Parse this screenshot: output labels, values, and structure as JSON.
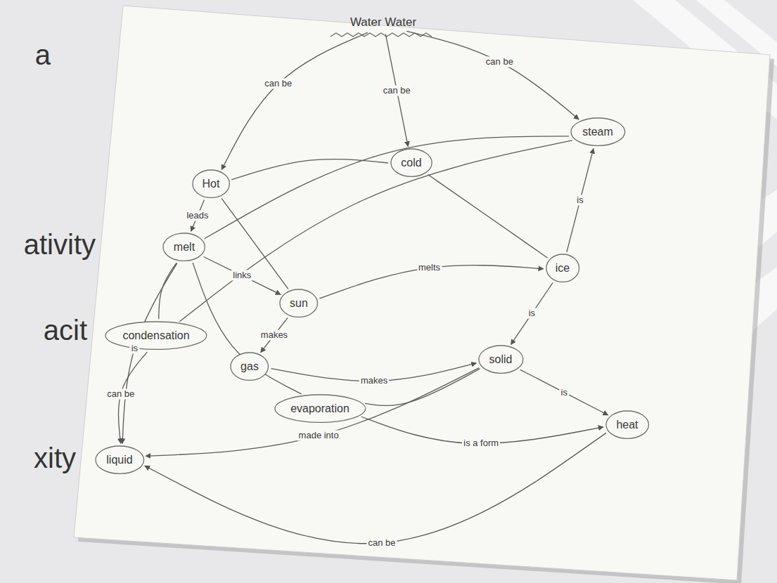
{
  "diagram": {
    "nodes": [
      {
        "text": [
          "Water Water"
        ]
      },
      {
        "text": [
          "Hot"
        ]
      },
      {
        "text": [
          "cold"
        ]
      },
      {
        "text": [
          "steam"
        ]
      },
      {
        "text": [
          "melt"
        ]
      },
      {
        "text": [
          "ice"
        ]
      },
      {
        "text": [
          "condensation"
        ]
      },
      {
        "text": [
          "sun"
        ]
      },
      {
        "text": [
          "gas"
        ]
      },
      {
        "text": [
          "solid"
        ]
      },
      {
        "text": [
          "evaporation"
        ]
      },
      {
        "text": [
          "heat"
        ]
      },
      {
        "text": [
          "liquid"
        ]
      }
    ],
    "edges": [
      {
        "from": 0,
        "to": 1,
        "arrow": "to",
        "label": "can be"
      },
      {
        "from": 0,
        "to": 2,
        "arrow": "to",
        "label": "can be"
      },
      {
        "from": 0,
        "to": 3,
        "arrow": "to",
        "label": "can be"
      },
      {
        "from": 1,
        "to": 4,
        "arrow": "to",
        "label": "leads"
      },
      {
        "from": 1,
        "to": 2,
        "arrow": "none"
      },
      {
        "from": 7,
        "to": 5,
        "arrow": "to",
        "label": "melts"
      },
      {
        "from": 4,
        "to": 7,
        "arrow": "to",
        "label": "links"
      },
      {
        "from": 4,
        "to": 12,
        "arrow": "to",
        "label": "is"
      },
      {
        "from": 7,
        "to": 8,
        "arrow": "to",
        "label": "makes"
      },
      {
        "from": 8,
        "to": 9,
        "arrow": "to",
        "label": "makes"
      },
      {
        "from": 10,
        "to": 9,
        "arrow": "none"
      },
      {
        "from": 5,
        "to": 9,
        "arrow": "to",
        "label": "is"
      },
      {
        "from": 5,
        "to": 3,
        "arrow": "to",
        "label": "is"
      },
      {
        "from": 9,
        "to": 11,
        "arrow": "to",
        "label": "is"
      },
      {
        "from": 9,
        "to": 12,
        "arrow": "to",
        "label": "made into"
      },
      {
        "from": 6,
        "to": 12,
        "arrow": "to",
        "label": "can be"
      },
      {
        "from": 11,
        "to": 12,
        "arrow": "to",
        "label": "can be"
      },
      {
        "from": 10,
        "to": 11,
        "arrow": "to",
        "label": "is a form"
      },
      {
        "from": 4,
        "to": 6,
        "arrow": "none"
      },
      {
        "from": 3,
        "to": 4,
        "arrow": "none"
      },
      {
        "from": 2,
        "to": 5,
        "arrow": "none"
      },
      {
        "from": 1,
        "to": 7,
        "arrow": "none"
      },
      {
        "from": 6,
        "to": 3,
        "arrow": "none"
      },
      {
        "from": 4,
        "to": 10,
        "arrow": "none"
      }
    ],
    "labels": [
      "a",
      "ativity",
      "acit",
      "xity"
    ]
  }
}
